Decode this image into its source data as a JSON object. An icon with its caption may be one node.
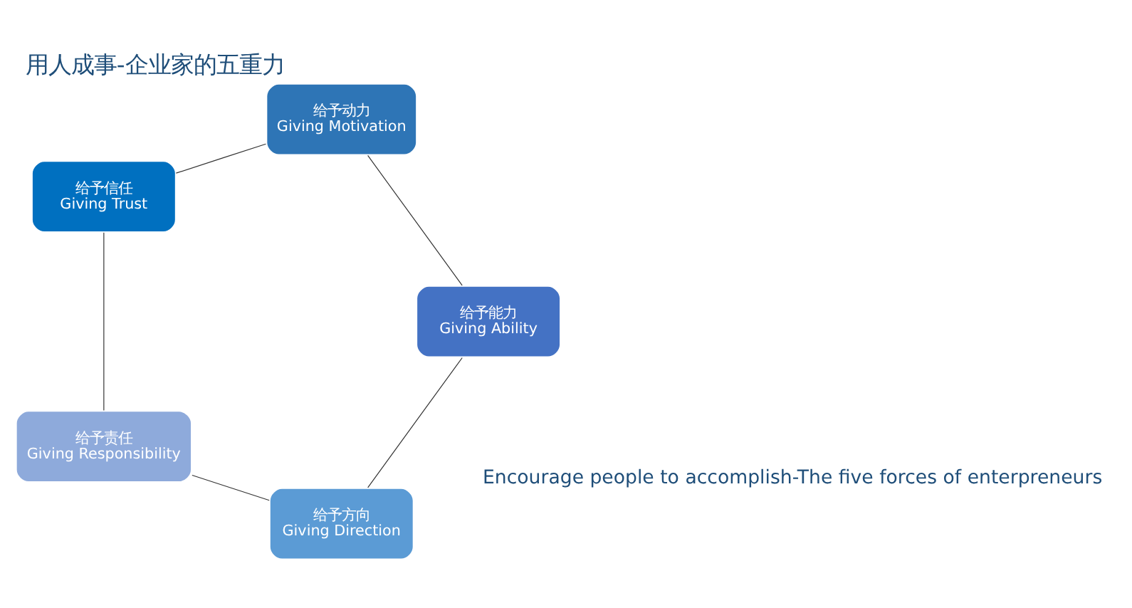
{
  "diagram": {
    "title": "用人成事-企业家的五重力",
    "nodes": [
      {
        "text": [
          "给予方向",
          "Giving Direction"
        ]
      },
      {
        "text": [
          "给予责任",
          "Giving Responsibility"
        ]
      },
      {
        "text": [
          "给予信任",
          "Giving Trust"
        ]
      },
      {
        "text": [
          "给予动力",
          "Giving Motivation"
        ]
      },
      {
        "text": [
          "给予能力",
          "Giving Ability"
        ]
      }
    ],
    "edges": [
      {
        "from": 0,
        "to": 1,
        "arrow": "none"
      },
      {
        "from": 1,
        "to": 2,
        "arrow": "none"
      },
      {
        "from": 2,
        "to": 3,
        "arrow": "none"
      },
      {
        "from": 3,
        "to": 4,
        "arrow": "none"
      },
      {
        "from": 4,
        "to": 0,
        "arrow": "none"
      }
    ],
    "labels": [
      "Encourage people to accomplish-The five forces of enterpreneurs"
    ]
  }
}
